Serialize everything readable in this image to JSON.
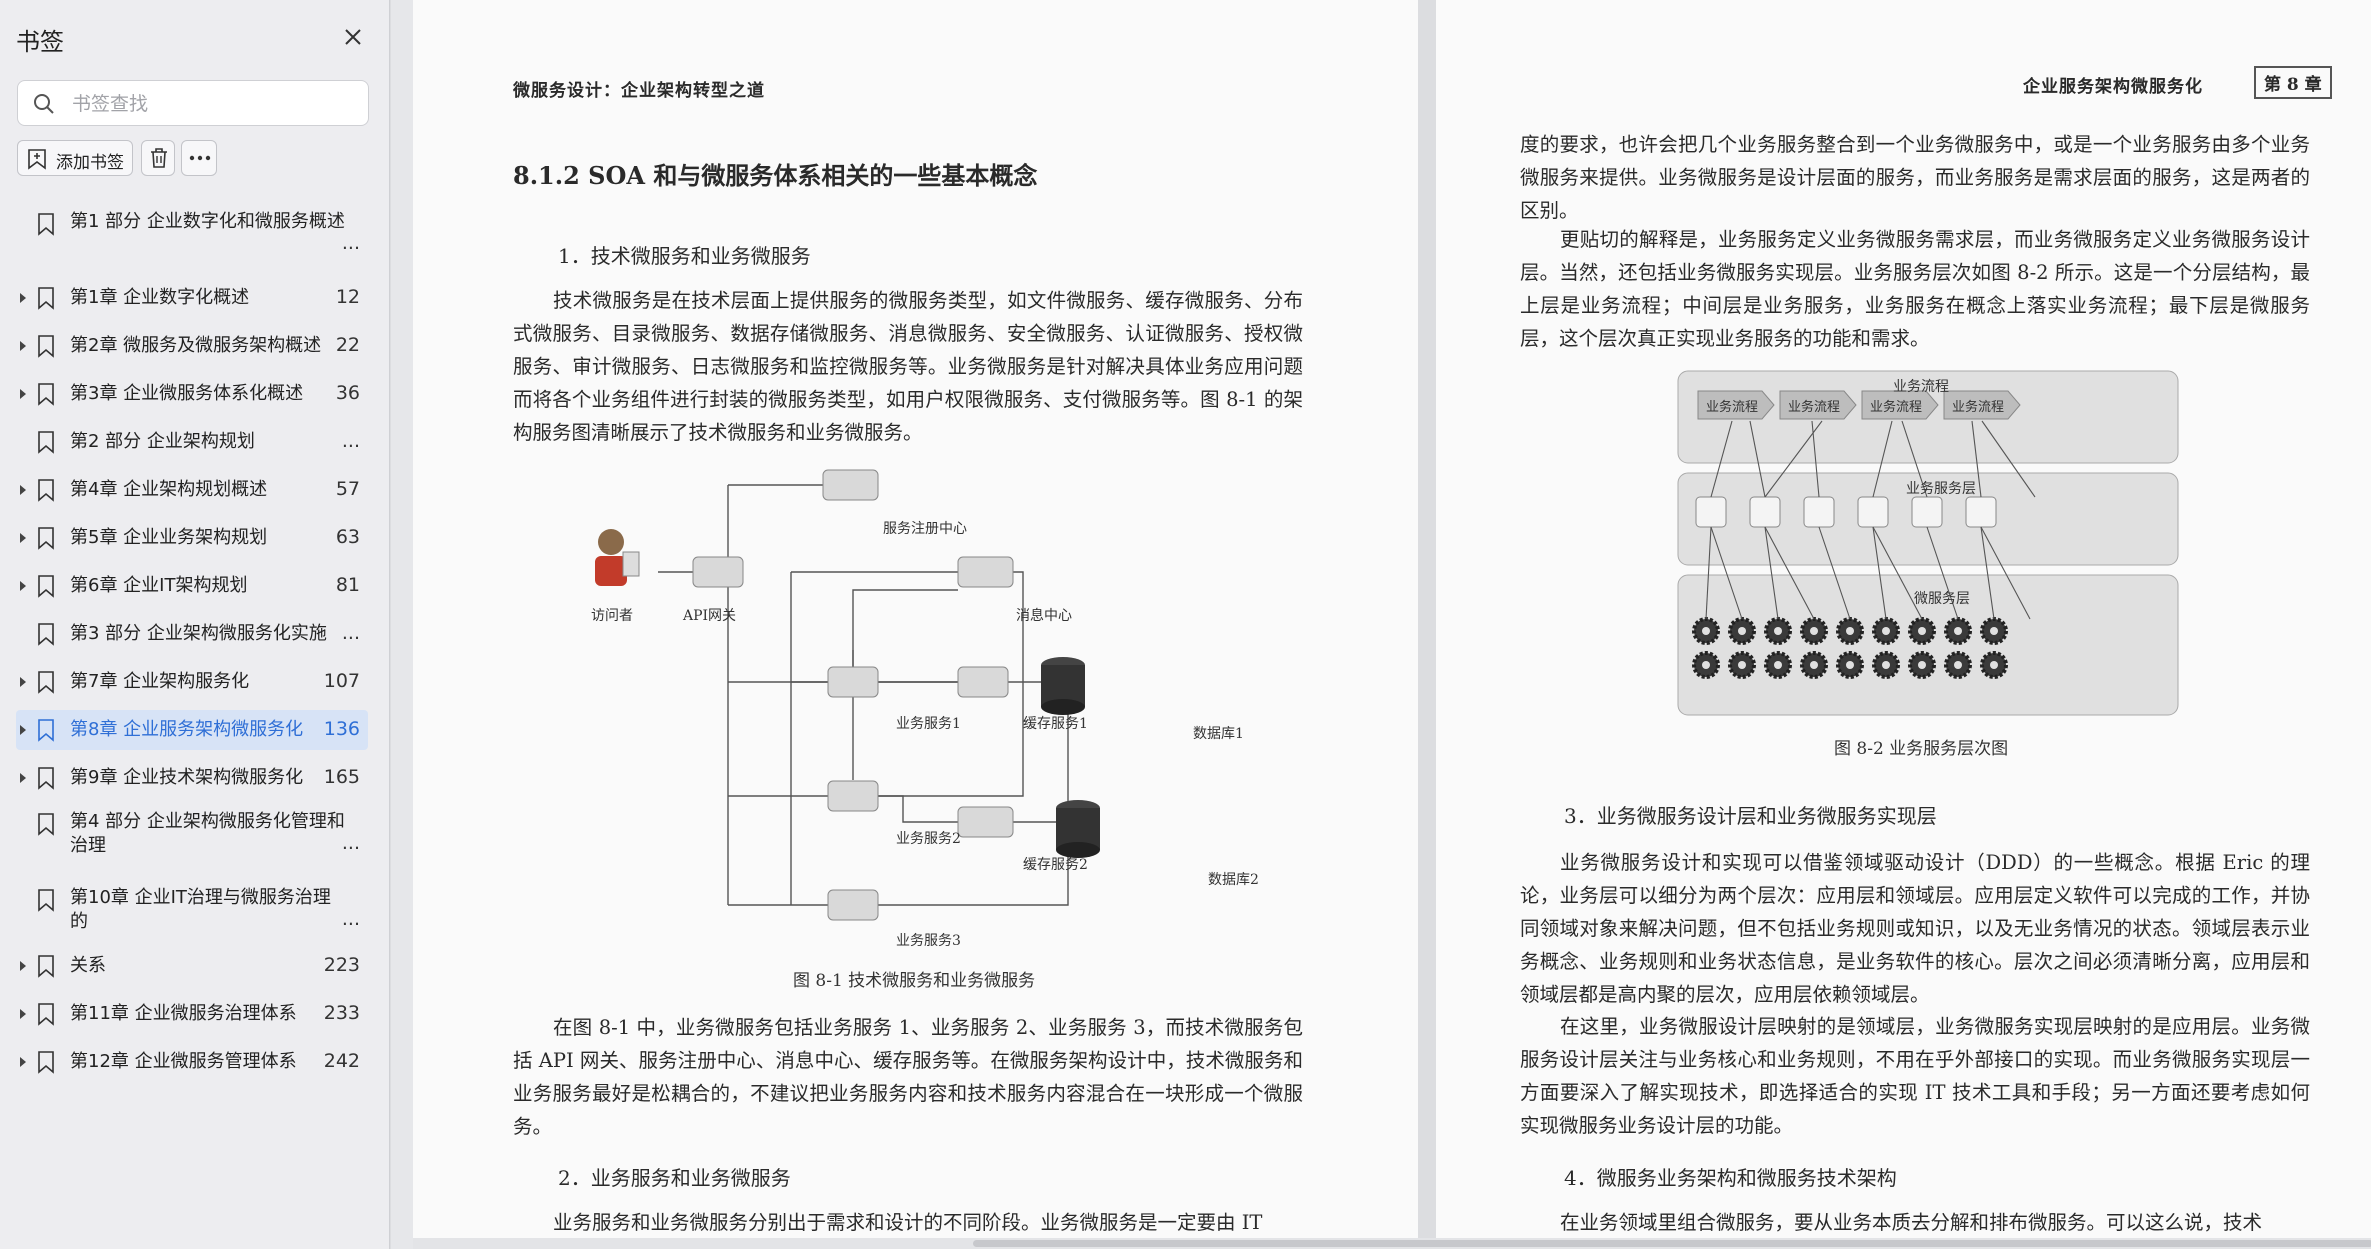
{
  "sidebar": {
    "title": "书签",
    "search_placeholder": "书签查找",
    "add_label": "添加书签",
    "items": [
      {
        "label": "第1 部分 企业数字化和微服务概述",
        "page": "...",
        "arrow": false
      },
      {
        "label": "第1章 企业数字化概述",
        "page": "12",
        "arrow": true
      },
      {
        "label": "第2章 微服务及微服务架构概述",
        "page": "22",
        "arrow": true
      },
      {
        "label": "第3章 企业微服务体系化概述",
        "page": "36",
        "arrow": true
      },
      {
        "label": "第2 部分 企业架构规划",
        "page": "...",
        "arrow": false
      },
      {
        "label": "第4章 企业架构规划概述",
        "page": "57",
        "arrow": true
      },
      {
        "label": "第5章 企业业务架构规划",
        "page": "63",
        "arrow": true
      },
      {
        "label": "第6章 企业IT架构规划",
        "page": "81",
        "arrow": true
      },
      {
        "label": "第3 部分 企业架构微服务化实施",
        "page": "...",
        "arrow": false
      },
      {
        "label": "第7章 企业架构服务化",
        "page": "107",
        "arrow": true
      },
      {
        "label": "第8章 企业服务架构微服务化",
        "page": "136",
        "arrow": true,
        "active": true
      },
      {
        "label": "第9章 企业技术架构微服务化",
        "page": "165",
        "arrow": true
      },
      {
        "label": "第4 部分 企业架构微服务化管理和治理",
        "page": "...",
        "arrow": false
      },
      {
        "label": "第10章 企业IT治理与微服务治理的",
        "page": "...",
        "arrow": false
      },
      {
        "label": "关系",
        "page": "223",
        "arrow": true
      },
      {
        "label": "第11章 企业微服务治理体系",
        "page": "233",
        "arrow": true
      },
      {
        "label": "第12章 企业微服务管理体系",
        "page": "242",
        "arrow": true
      }
    ]
  },
  "left_page": {
    "running_head": "微服务设计：企业架构转型之道",
    "section_title": "8.1.2   SOA 和与微服务体系相关的一些基本概念",
    "sub1": "1．技术微服务和业务微服务",
    "para1": "技术微服务是在技术层面上提供服务的微服务类型，如文件微服务、缓存微服务、分布式微服务、目录微服务、数据存储微服务、消息微服务、安全微服务、认证微服务、授权微服务、审计微服务、日志微服务和监控微服务等。业务微服务是针对解决具体业务应用问题而将各个业务组件进行封装的微服务类型，如用户权限微服务、支付微服务等。图 8-1 的架构服务图清晰展示了技术微服务和业务微服务。",
    "diagram": {
      "visitor": "访问者",
      "gateway": "API网关",
      "registry": "服务注册中心",
      "message": "消息中心",
      "biz1": "业务服务1",
      "cache1": "缓存服务1",
      "db1": "数据库1",
      "biz2": "业务服务2",
      "cache2": "缓存服务2",
      "db2": "数据库2",
      "biz3": "业务服务3"
    },
    "caption": "图 8-1   技术微服务和业务微服务",
    "para2": "在图 8-1 中，业务微服务包括业务服务 1、业务服务 2、业务服务 3，而技术微服务包括 API 网关、服务注册中心、消息中心、缓存服务等。在微服务架构设计中，技术微服务和业务服务最好是松耦合的，不建议把业务服务内容和技术服务内容混合在一块形成一个微服务。",
    "sub2": "2．业务服务和业务微服务",
    "para3": "业务服务和业务微服务分别出于需求和设计的不同阶段。业务微服务是一定要由 IT"
  },
  "right_page": {
    "running_head": "企业服务架构微服务化",
    "chapter_box": "第 8 章",
    "para1": "度的要求，也许会把几个业务服务整合到一个业务微服务中，或是一个业务服务由多个业务微服务来提供。业务微服务是设计层面的服务，而业务服务是需求层面的服务，这是两者的区别。",
    "para2": "更贴切的解释是，业务服务定义业务微服务需求层，而业务微服务定义业务微服务设计层。当然，还包括业务微服务实现层。业务服务层次如图 8-2 所示。这是一个分层结构，最上层是业务流程；中间层是业务服务，业务服务在概念上落实业务流程；最下层是微服务层，这个层次真正实现业务服务的功能和需求。",
    "diagram": {
      "layer1": "业务流程",
      "flow_items": [
        "业务流程",
        "业务流程",
        "业务流程",
        "业务流程"
      ],
      "layer2": "业务服务层",
      "layer3": "微服务层"
    },
    "caption": "图 8-2   业务服务层次图",
    "sub3": "3．业务微服务设计层和业务微服务实现层",
    "para3": "业务微服务设计和实现可以借鉴领域驱动设计（DDD）的一些概念。根据 Eric 的理论，业务层可以细分为两个层次：应用层和领域层。应用层定义软件可以完成的工作，并协同领域对象来解决问题，但不包括业务规则或知识，以及无业务情况的状态。领域层表示业务概念、业务规则和业务状态信息，是业务软件的核心。层次之间必须清晰分离，应用层和领域层都是高内聚的层次，应用层依赖领域层。",
    "para4": "在这里，业务微服设计层映射的是领域层，业务微服务实现层映射的是应用层。业务微服务设计层关注与业务核心和业务规则，不用在乎外部接口的实现。而业务微服务实现层一方面要深入了解实现技术，即选择适合的实现 IT 技术工具和手段；另一方面还要考虑如何实现微服务业务设计层的功能。",
    "sub4": "4．微服务业务架构和微服务技术架构",
    "para5": "在业务领域里组合微服务，要从业务本质去分解和排布微服务。可以这么说，技术"
  }
}
